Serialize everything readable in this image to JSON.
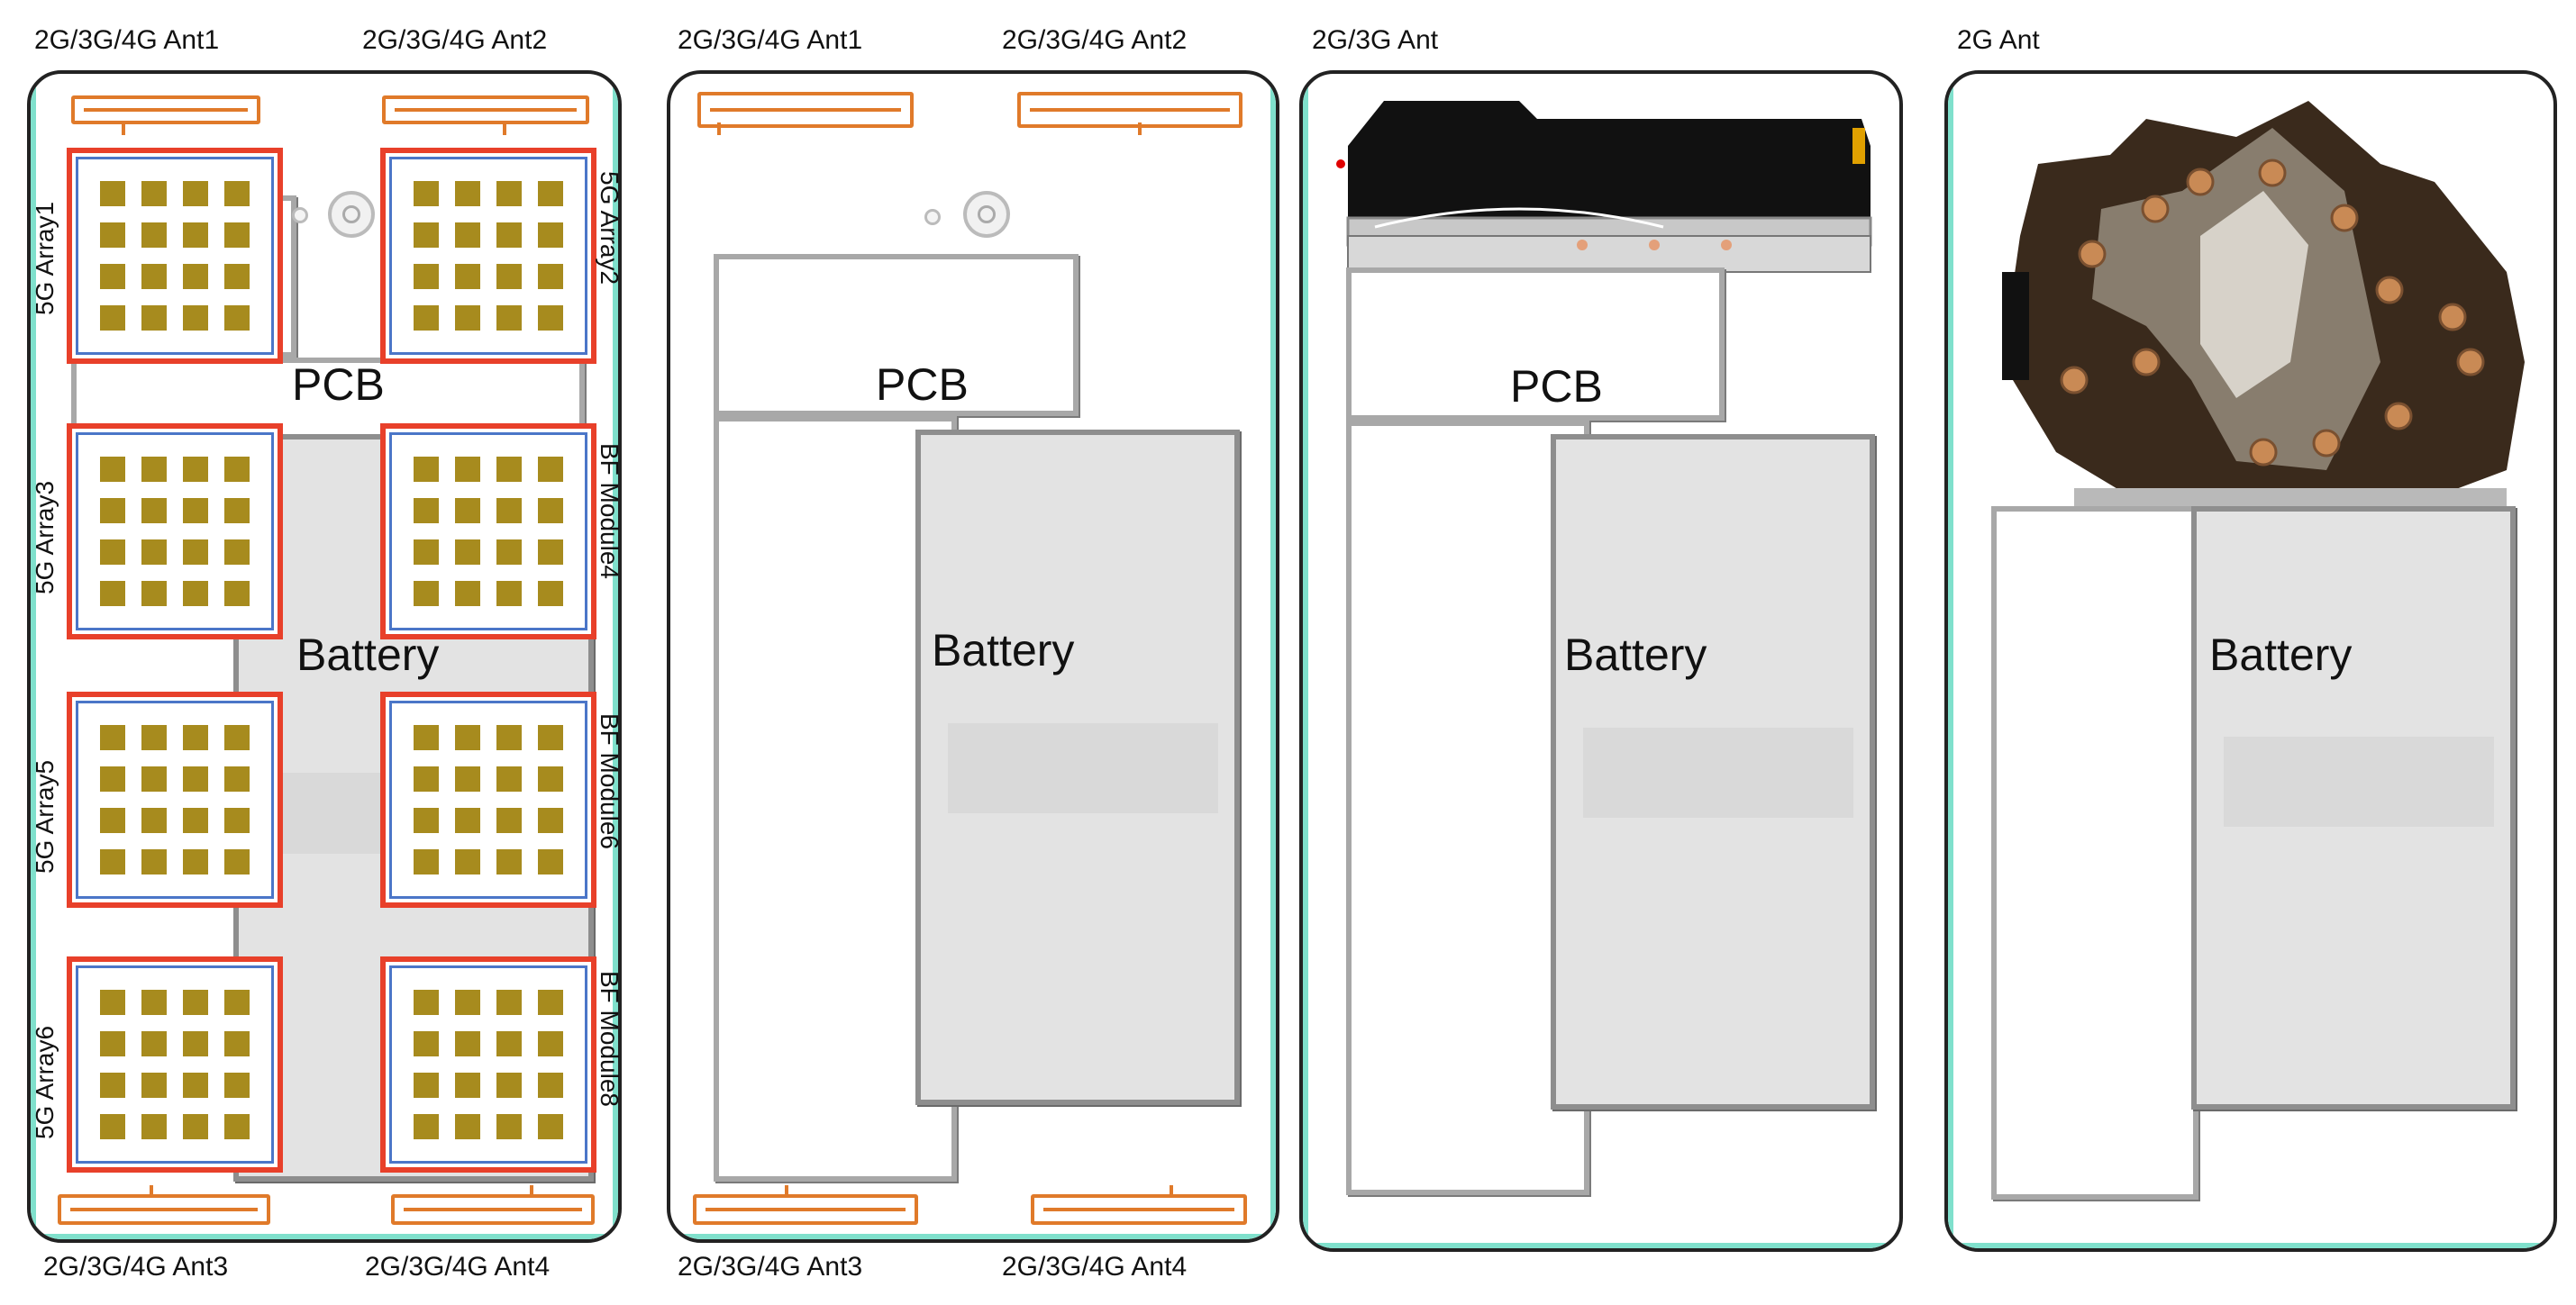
{
  "panels": [
    {
      "top_labels": [
        "2G/3G/4G Ant1",
        "2G/3G/4G Ant2"
      ],
      "bottom_labels": [
        "2G/3G/4G Ant3",
        "2G/3G/4G Ant4"
      ],
      "pcb_label": "PCB",
      "battery_label": "Battery",
      "left_array_labels": [
        "5G Array1",
        "5G Array3",
        "5G Array5",
        "5G Array6"
      ],
      "right_array_labels": [
        "5G Array2",
        "BF Module4",
        "BF Module6",
        "BF Module8"
      ]
    },
    {
      "top_labels": [
        "2G/3G/4G Ant1",
        "2G/3G/4G Ant2"
      ],
      "bottom_labels": [
        "2G/3G/4G Ant3",
        "2G/3G/4G Ant4"
      ],
      "pcb_label": "PCB",
      "battery_label": "Battery"
    },
    {
      "top_labels": [
        "2G/3G Ant"
      ],
      "pcb_label": "PCB",
      "battery_label": "Battery"
    },
    {
      "top_labels": [
        "2G Ant"
      ],
      "battery_label": "Battery"
    }
  ],
  "colors": {
    "antenna": "#e07a2a",
    "array_border": "#e8402a",
    "array_inner": "#4b76c8",
    "patch": "#a78b1e",
    "edge_accent": "#7fe0cc"
  }
}
